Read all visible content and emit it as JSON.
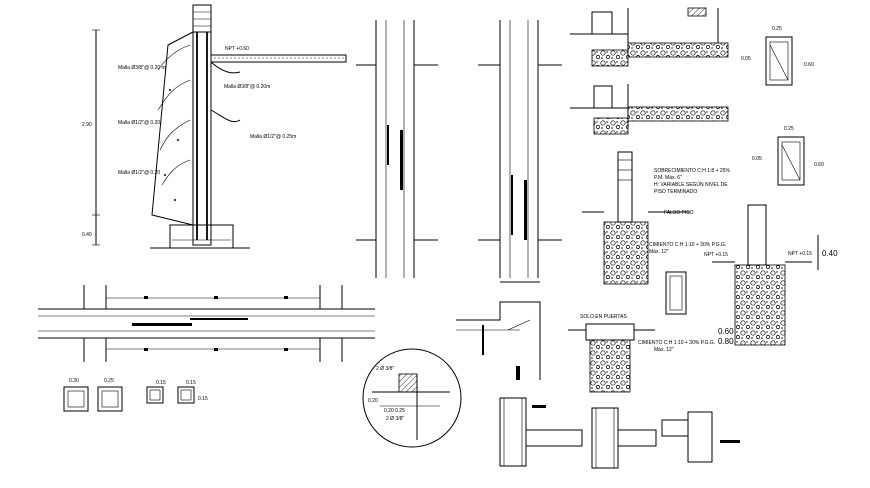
{
  "labels": {
    "slab_level": "NPT +0.60",
    "mesh_a": "Malla Ø3/8\"@ 0.20 m",
    "mesh_b": "Malla Ø3/8\"@ 0.20m",
    "mesh_c": "Malla Ø1/2\"@ 0.20",
    "mesh_d": "Malla Ø1/2\"@ 0.25m",
    "mesh_e": "Malla Ø1/2\"@ 0.20",
    "height_total": "2.90",
    "height_base": "0.40",
    "col_a_w": "0.25",
    "col_a_h": "0.60",
    "col_a_side": "0.05",
    "col_b_w": "0.25",
    "col_b_h": "0.60",
    "col_b_side": "0.05",
    "overcimiento_1": "SOBRECIMIENTO C:H 1:8 + 25%",
    "overcimiento_2": "P.M. Máx. 6\"",
    "overcimiento_3": "H: VARIABLE SEGÚN NIVEL DE",
    "overcimiento_4": "PISO TERMINADO",
    "falso_piso": "FALSO PISO",
    "cimiento_a_1": "CIMIENTO C:H 1:10 + 30% P.G.G.",
    "cimiento_a_2": "Máx. 12\"",
    "npt_small": "NPT +0.15",
    "npt_right": "NPT +0.15",
    "dim_040": "0.40",
    "dim_060": "0.60",
    "dim_080": "0.80",
    "solo_puertas": "SOLO EN PUERTAS",
    "cimiento_b_1": "CIMIENTO C:H 1:10 + 30% P.G.G.",
    "cimiento_b_2": "Máx. 12\"",
    "detail_a": "2 Ø 3/8\"",
    "detail_b": "0.20",
    "detail_c": "0.20 0.25",
    "detail_d": "2 Ø 3/8\"",
    "sec_1": "0.30",
    "sec_2": "0.25",
    "sec_3": "0.15",
    "sec_4": "0.15",
    "sec_5": "0.15"
  }
}
